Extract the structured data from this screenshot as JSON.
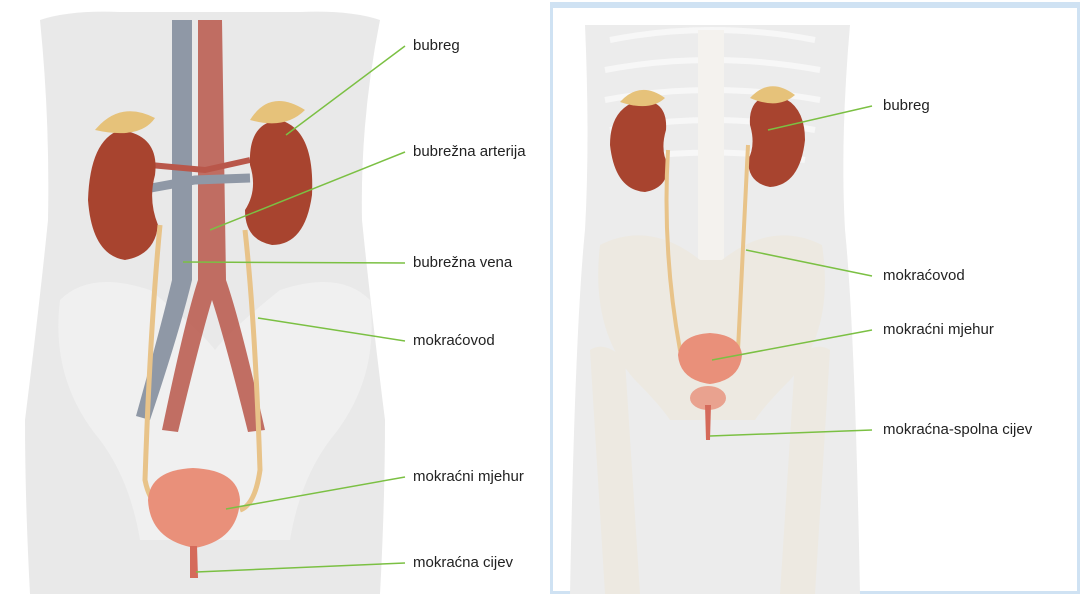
{
  "colors": {
    "leader_line": "#7bc043",
    "body_silhouette": "#e7e7e7",
    "kidney": "#a8442f",
    "adrenal": "#e6c27a",
    "artery": "#b9574a",
    "vein": "#8f98a6",
    "ureter": "#e8c389",
    "bladder": "#e9907a",
    "bone": "#ede9e1",
    "right_panel_border": "#cfe2f3"
  },
  "left_diagram": {
    "labels": {
      "kidney": "bubreg",
      "renal_artery": "bubrežna arterija",
      "renal_vein": "bubrežna vena",
      "ureter": "mokraćovod",
      "bladder": "mokraćni mjehur",
      "urethra": "mokraćna cijev"
    }
  },
  "right_diagram": {
    "labels": {
      "kidney": "bubreg",
      "ureter": "mokraćovod",
      "bladder": "mokraćni mjehur",
      "urethra": "mokraćna-spolna cijev"
    }
  }
}
